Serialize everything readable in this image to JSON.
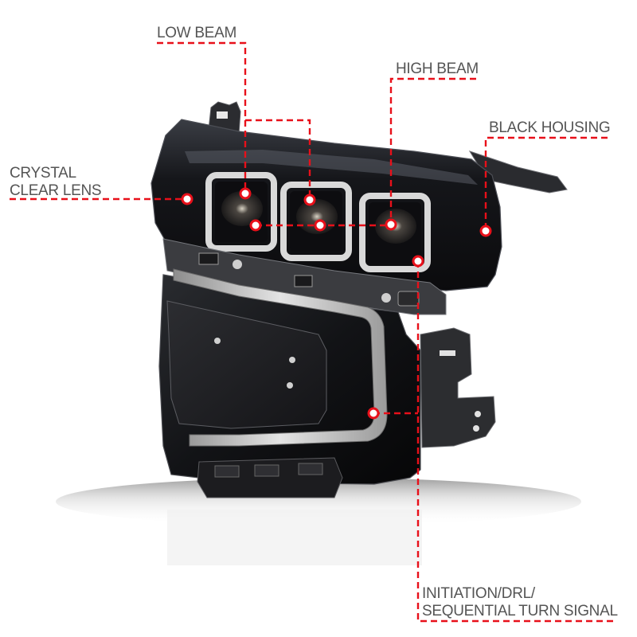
{
  "diagram": {
    "subject": "Headlight assembly",
    "accent_color": "#e8101a",
    "label_color": "#555555",
    "callouts": [
      {
        "id": "low-beam",
        "label": "LOW BEAM"
      },
      {
        "id": "high-beam",
        "label": "HIGH BEAM"
      },
      {
        "id": "black-housing",
        "label": "BLACK HOUSING"
      },
      {
        "id": "crystal-clear-lens",
        "label_line1": "CRYSTAL",
        "label_line2": "CLEAR LENS"
      },
      {
        "id": "initiation-drl",
        "label_line1": "INITIATION/DRL/",
        "label_line2": "SEQUENTIAL TURN SIGNAL"
      }
    ]
  }
}
